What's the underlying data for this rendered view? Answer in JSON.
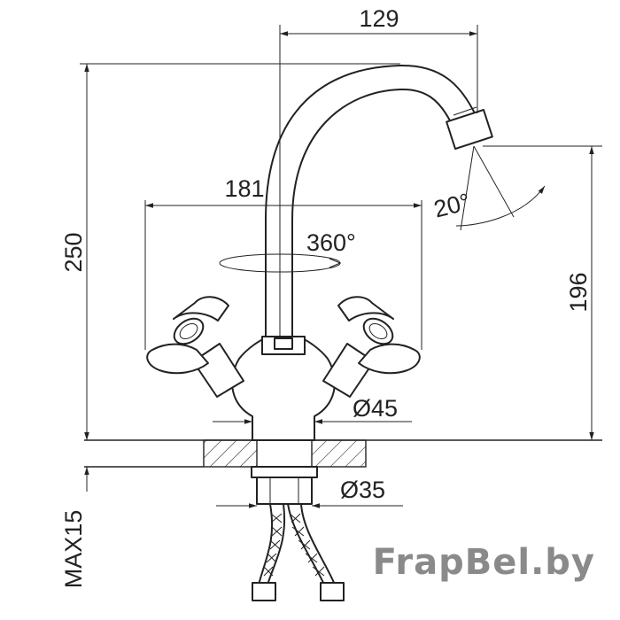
{
  "dimensions": {
    "spout_reach": "129",
    "total_height": "250",
    "handle_span": "181",
    "rotation": "360°",
    "spout_angle": "20°",
    "outlet_height": "196",
    "body_diameter": "Ø45",
    "thread_diameter": "Ø35",
    "max_countertop": "MAX15"
  },
  "watermark": "FrapBel.by"
}
